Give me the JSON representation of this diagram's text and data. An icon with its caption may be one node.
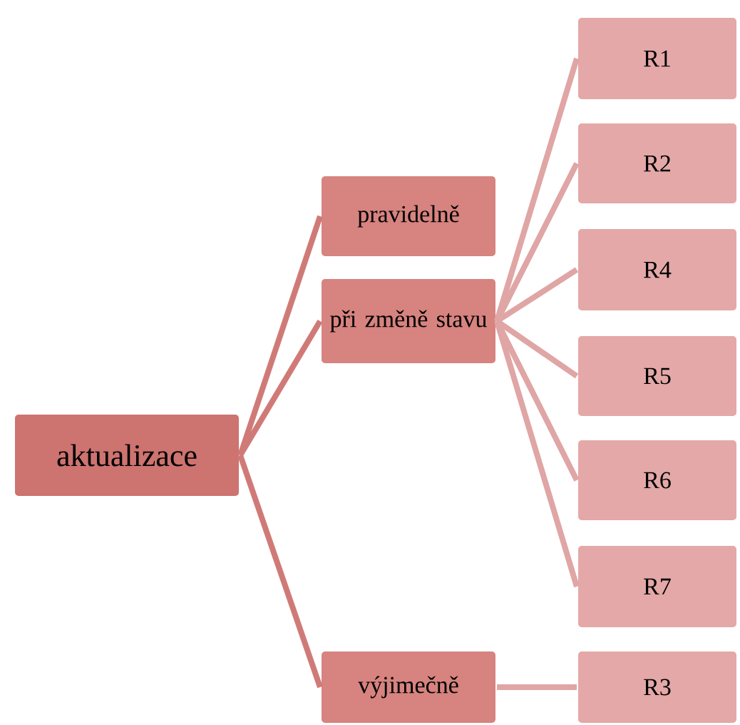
{
  "diagram": {
    "nodes": [
      {
        "text": [
          "aktualizace"
        ]
      },
      {
        "text": [
          "pravidelně"
        ]
      },
      {
        "text": [
          "při změně stavu"
        ]
      },
      {
        "text": [
          "výjimečně"
        ]
      },
      {
        "text": [
          "R1"
        ]
      },
      {
        "text": [
          "R2"
        ]
      },
      {
        "text": [
          "R4"
        ]
      },
      {
        "text": [
          "R5"
        ]
      },
      {
        "text": [
          "R6"
        ]
      },
      {
        "text": [
          "R7"
        ]
      },
      {
        "text": [
          "R3"
        ]
      }
    ],
    "edges": [
      {
        "from": 0,
        "to": 1,
        "arrow": "none",
        "color": "#d07a78"
      },
      {
        "from": 0,
        "to": 2,
        "arrow": "none",
        "color": "#d07a78"
      },
      {
        "from": 0,
        "to": 3,
        "arrow": "none",
        "color": "#d07a78"
      },
      {
        "from": 2,
        "to": 4,
        "arrow": "none"
      },
      {
        "from": 2,
        "to": 5,
        "arrow": "none"
      },
      {
        "from": 2,
        "to": 6,
        "arrow": "none"
      },
      {
        "from": 2,
        "to": 7,
        "arrow": "none"
      },
      {
        "from": 2,
        "to": 8,
        "arrow": "none"
      },
      {
        "from": 2,
        "to": 9,
        "arrow": "none"
      },
      {
        "from": 3,
        "to": 10,
        "arrow": "none"
      }
    ]
  }
}
